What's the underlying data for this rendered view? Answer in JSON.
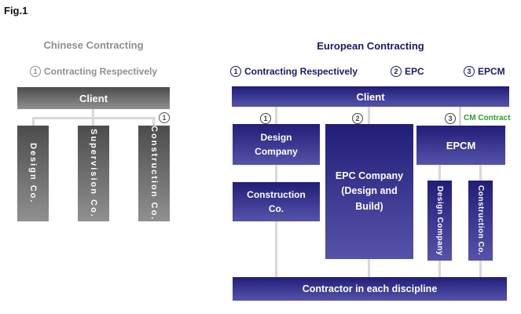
{
  "fig_label": "Fig.1",
  "chinese": {
    "title": "Chinese Contracting",
    "legend": {
      "num": "1",
      "label": "Contracting Respectively"
    },
    "client_label": "Client",
    "companies": [
      "Design Co.",
      "Supervision Co.",
      "Construction Co."
    ],
    "branch_badge": "1"
  },
  "european": {
    "title": "European Contracting",
    "legend": [
      {
        "num": "1",
        "label": "Contracting Respectively"
      },
      {
        "num": "2",
        "label": "EPC"
      },
      {
        "num": "3",
        "label": "EPCM"
      }
    ],
    "client_label": "Client",
    "branch_badges": [
      "1",
      "2",
      "3"
    ],
    "cm_contract_label": "CM Contract",
    "column1": {
      "design_box": "Design\nCompany",
      "construction_box": "Construction\nCo."
    },
    "column2": {
      "epc_box": "EPC Company\n(Design and\nBuild)"
    },
    "column3": {
      "epcm_box": "EPCM",
      "design_box": "Design Company",
      "construction_box": "Construction Co."
    },
    "bottom_bar": "Contractor in each discipline"
  },
  "colors": {
    "navy_gradient_top": "#201E78",
    "navy_gradient_bottom": "#5553A9",
    "gray_gradient_top": "#4C4C4C",
    "gray_gradient_bottom": "#909090",
    "connector_line": "#D8D8D8",
    "navy_text": "#1A1A66",
    "gray_text": "#8F8F8F",
    "cm_contract_green": "#2F9E2F"
  }
}
